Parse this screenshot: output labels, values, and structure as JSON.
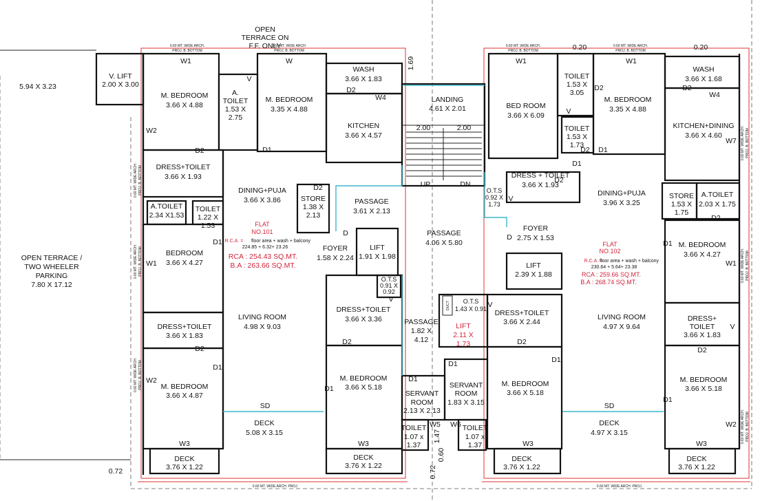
{
  "rooms": {
    "terrace_top": "5.94 X 3.23",
    "vlift": [
      "V. LIFT",
      "2.00 X 3.00"
    ],
    "open_terrace_ff": [
      "OPEN",
      "TERRACE ON",
      "F.F. ONLY"
    ],
    "l_mbed1": [
      "M. BEDROOM",
      "3.66 X 4.88"
    ],
    "l_atoilet1": [
      "A.",
      "TOILET",
      "1.53 X",
      "2.75"
    ],
    "l_mbed2": [
      "M. BEDROOM",
      "3.35 X 4.88"
    ],
    "l_wash": [
      "WASH",
      "3.66 X 1.83"
    ],
    "l_kitchen": [
      "KITCHEN",
      "3.66 X 4.57"
    ],
    "landing": [
      "LANDING",
      "4.61 X 2.01"
    ],
    "r_bed": [
      "BED ROOM",
      "3.66 X 6.09"
    ],
    "r_toilet1": [
      "TOILET",
      "1.53 X",
      "3.05"
    ],
    "r_mbed1": [
      "M. BEDROOM",
      "3.35 X 4.88"
    ],
    "r_wash": [
      "WASH",
      "3.66 X 1.68"
    ],
    "r_toilet2": [
      "TOILET",
      "1.53 X",
      "1.73"
    ],
    "r_kitchen": [
      "KITCHEN+DINING",
      "3.66 X 4.60"
    ],
    "l_dress1": [
      "DRESS+TOILET",
      "3.66 X 1.93"
    ],
    "l_dining": [
      "DINING+PUJA",
      "3.66 X 3.86"
    ],
    "l_store": [
      "STORE",
      "1.38 X",
      "2.13"
    ],
    "l_passage": [
      "PASSAGE",
      "3.61 X 2.13"
    ],
    "r_ots": [
      "O.T.S",
      "0.92 X",
      "1.73"
    ],
    "r_dress1": [
      "DRESS + TOILET",
      "3.66 X 1.93"
    ],
    "r_dining": [
      "DINING+PUJA",
      "3.96 X 3.25"
    ],
    "r_store": [
      "STORE",
      "1.53 X",
      "1.75"
    ],
    "r_atoilet": [
      "A.TOILET",
      "2.03 X 1.75"
    ],
    "l_atoilet2": [
      "A.TOILET",
      "2.34 X1.53"
    ],
    "l_toilet": [
      "TOILET",
      "1.22 X",
      "1.53"
    ],
    "l_foyer": [
      "FOYER",
      "1.58 X 2.24"
    ],
    "l_lift": [
      "LIFT",
      "1.91 X 1.98"
    ],
    "c_passage": [
      "PASSAGE",
      "4.06 X 5.80"
    ],
    "r_foyer": [
      "FOYER",
      "2.75 X 1.53"
    ],
    "l_bedroom": [
      "BEDROOM",
      "3.66 X 4.27"
    ],
    "r_lift": [
      "LIFT",
      "2.39 X 1.88"
    ],
    "r_mbed2": [
      "M. BEDROOM",
      "3.66 X 4.27"
    ],
    "parking": [
      "OPEN TERRACE /",
      "TWO WHEELER",
      "PARKING",
      "7.80 X 17.12"
    ],
    "l_ots": [
      "O.T.S",
      "0.91 X",
      "0.92"
    ],
    "l_dress2": [
      "DRESS+TOILET",
      "3.66 X 3.36"
    ],
    "l_living": [
      "LIVING ROOM",
      "4.98 X 9.03"
    ],
    "c_passage2": [
      "PASSAGE",
      "1.82 X",
      "4.12"
    ],
    "duct": "DUCT",
    "c_ots": [
      "O.T.S",
      "1.43 X 0.91"
    ],
    "c_lift": [
      "LIFT",
      "2.11 X",
      "1.73"
    ],
    "r_dress2": [
      "DRESS+TOILET",
      "3.66 X 2.44"
    ],
    "r_living": [
      "LIVING ROOM",
      "4.97 X 9.64"
    ],
    "r_dress3": [
      "DRESS+",
      "TOILET",
      "3.66 X 1.83"
    ],
    "l_dress3": [
      "DRESS+TOILET",
      "3.66 X 1.83"
    ],
    "l_mbed3": [
      "M. BEDROOM",
      "3.66 X 4.87"
    ],
    "l_mbed4": [
      "M. BEDROOM",
      "3.66 X 5.18"
    ],
    "servant1": [
      "SERVANT",
      "ROOM",
      "2.13 X 2.13"
    ],
    "servant2": [
      "SERVANT",
      "ROOM",
      "1.83 X 3.15"
    ],
    "r_mbed3": [
      "M. BEDROOM",
      "3.66 X 5.18"
    ],
    "r_mbed4": [
      "M. BEDROOM",
      "3.66 X 5.18"
    ],
    "sd": "SD",
    "l_deck": [
      "DECK",
      "5.08 X 3.15"
    ],
    "r_deck": [
      "DECK",
      "4.97 X 3.15"
    ],
    "toilet_s": [
      "TOILET",
      "1.07 x",
      "1.37"
    ],
    "deck_small": [
      "DECK",
      "3.76 X 1.22"
    ]
  },
  "flats": [
    {
      "title": "FLAT",
      "no": "NO.101",
      "rca_label": "R.C.A. =",
      "formula": "floor area +  wash + balcony",
      "sum": "224.85 + 6.32+ 23.26",
      "rca": "RCA : 254.43 SQ.MT.",
      "ba": "B.A : 263.66 SQ.MT."
    },
    {
      "title": "FLAT",
      "no": "NO.102",
      "rca_label": "R.C.A. =",
      "formula": "floor area +  wash + balcony",
      "sum": "230.64 + 5.64+ 23.38",
      "rca": "RCA : 259.66 SQ.MT.",
      "ba": "B.A : 268.74 SQ.MT."
    }
  ],
  "labels": {
    "W1": "W1",
    "W": "W",
    "W2": "W2",
    "W3": "W3",
    "W4": "W4",
    "W5": "W5",
    "W6": "W6",
    "W7": "W7",
    "D": "D",
    "D1": "D1",
    "D2": "D2",
    "V": "V",
    "UP": "UP",
    "DN": "DN"
  },
  "dims": {
    "d169": "1.69",
    "d200": "2.00",
    "d020": "0.20",
    "d072": "0.72",
    "d147": "1.47",
    "d060": "0.60"
  },
  "notes": {
    "arch_b": [
      "0.60 MT. WIDE ARCH.",
      "PROJ. B. BOTTOM"
    ],
    "arch": "0.60 MT. WIDE ARCH. PROJ."
  }
}
